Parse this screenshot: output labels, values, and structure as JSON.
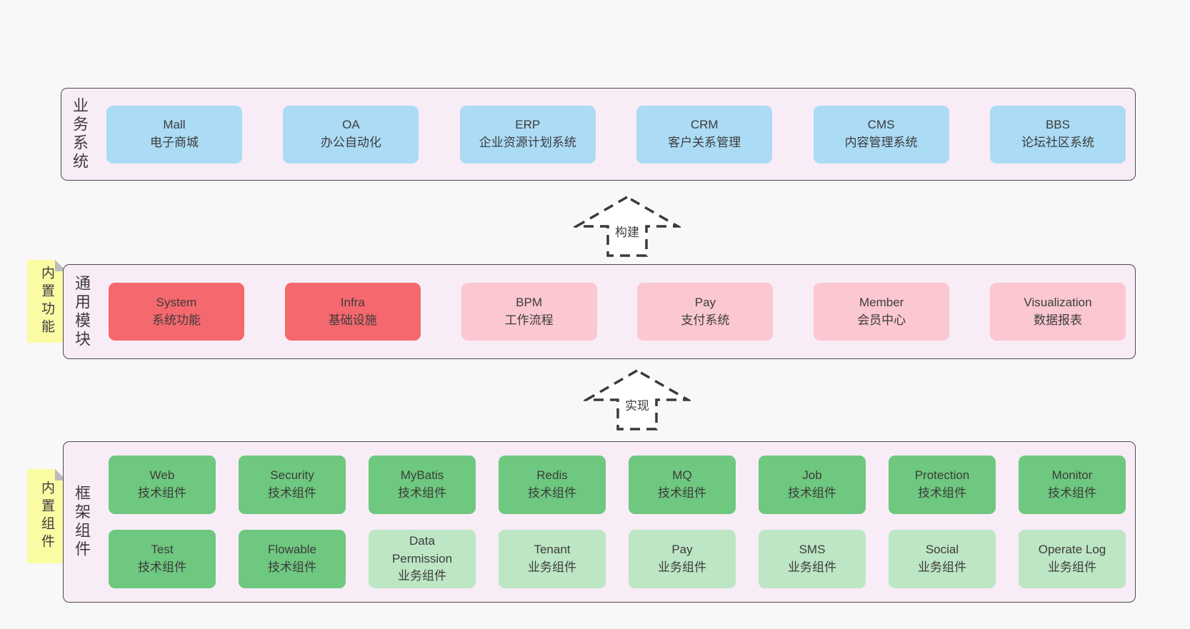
{
  "colors": {
    "page_background": "#f8f8f8",
    "panel_background": "#f8edf6",
    "panel_border": "#4a4a4a",
    "business_system_box": "#abdbf5",
    "core_module_box": "#f5686e",
    "extra_module_box": "#fbc7d0",
    "tech_component_box": "#6ec87f",
    "biz_component_box": "#bde6c4",
    "sticky_note": "#fbfba3",
    "note_fold": "#bdbdbd",
    "text": "#3c3c3c"
  },
  "arrows": {
    "build": {
      "label": "构建"
    },
    "implement": {
      "label": "实现"
    }
  },
  "panels": {
    "business": {
      "label": "业务系统",
      "boxes": [
        {
          "en": "Mall",
          "zh": "电子商城"
        },
        {
          "en": "OA",
          "zh": "办公自动化"
        },
        {
          "en": "ERP",
          "zh": "企业资源计划系统"
        },
        {
          "en": "CRM",
          "zh": "客户关系管理"
        },
        {
          "en": "CMS",
          "zh": "内容管理系统"
        },
        {
          "en": "BBS",
          "zh": "论坛社区系统"
        }
      ]
    },
    "modules": {
      "note": "内置功能",
      "label": "通用模块",
      "boxes": [
        {
          "en": "System",
          "zh": "系统功能"
        },
        {
          "en": "Infra",
          "zh": "基础设施"
        },
        {
          "en": "BPM",
          "zh": "工作流程"
        },
        {
          "en": "Pay",
          "zh": "支付系统"
        },
        {
          "en": "Member",
          "zh": "会员中心"
        },
        {
          "en": "Visualization",
          "zh": "数据报表"
        }
      ]
    },
    "components": {
      "note": "内置组件",
      "label": "框架组件",
      "row1": [
        {
          "en": "Web",
          "zh": "技术组件"
        },
        {
          "en": "Security",
          "zh": "技术组件"
        },
        {
          "en": "MyBatis",
          "zh": "技术组件"
        },
        {
          "en": "Redis",
          "zh": "技术组件"
        },
        {
          "en": "MQ",
          "zh": "技术组件"
        },
        {
          "en": "Job",
          "zh": "技术组件"
        },
        {
          "en": "Protection",
          "zh": "技术组件"
        },
        {
          "en": "Monitor",
          "zh": "技术组件"
        }
      ],
      "row2": [
        {
          "en": "Test",
          "zh": "技术组件"
        },
        {
          "en": "Flowable",
          "zh": "技术组件"
        },
        {
          "en": "Data Permission",
          "zh": "业务组件"
        },
        {
          "en": "Tenant",
          "zh": "业务组件"
        },
        {
          "en": "Pay",
          "zh": "业务组件"
        },
        {
          "en": "SMS",
          "zh": "业务组件"
        },
        {
          "en": "Social",
          "zh": "业务组件"
        },
        {
          "en": "Operate Log",
          "zh": "业务组件"
        }
      ]
    }
  }
}
